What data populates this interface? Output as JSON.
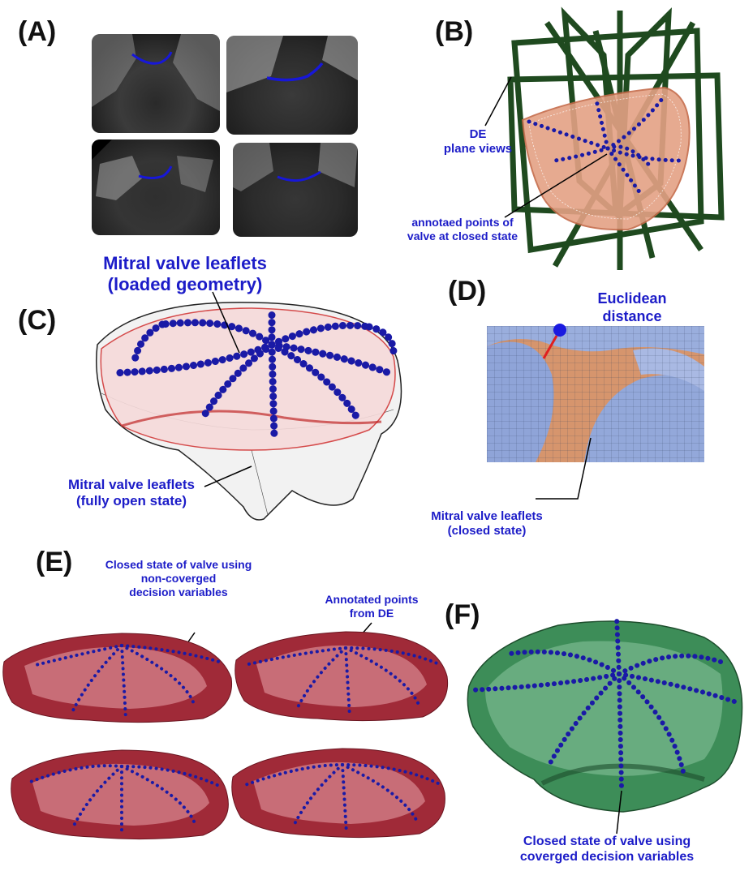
{
  "panels": {
    "a": {
      "letter": "(A)"
    },
    "b": {
      "letter": "(B)",
      "plane_label": [
        "DE",
        "plane views"
      ],
      "points_label": [
        "annotaed points of",
        "valve at closed state"
      ]
    },
    "c": {
      "letter": "(C)",
      "loaded_label": [
        "Mitral valve leaflets",
        "(loaded geometry)"
      ],
      "open_label": [
        "Mitral valve leaflets",
        "(fully open state)"
      ]
    },
    "d": {
      "letter": "(D)",
      "distance_label": [
        "Euclidean",
        "distance"
      ],
      "closed_label": [
        "Mitral valve leaflets",
        "(closed state)"
      ]
    },
    "e": {
      "letter": "(E)",
      "nonconverged_label": [
        "Closed state of  valve using",
        "non-coverged",
        "decision variables"
      ],
      "annotated_label": [
        "Annotated points",
        "from DE"
      ]
    },
    "f": {
      "letter": "(F)",
      "converged_label": [
        "Closed state of  valve using",
        "coverged decision variables"
      ]
    }
  },
  "colors": {
    "label_blue": "#1c1cc8",
    "annotation_dots": "#1a1aa6",
    "frame_green": "#1f4a1f",
    "mesh_salmon": "#d98a6a",
    "mesh_red": "#b03040",
    "mesh_green": "#2f7a45",
    "surface_blue": "#8aa0d8"
  }
}
